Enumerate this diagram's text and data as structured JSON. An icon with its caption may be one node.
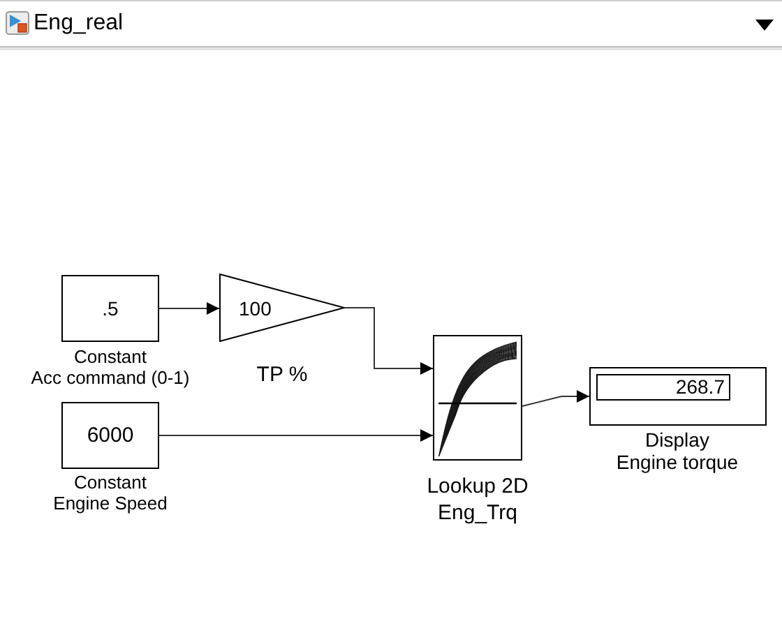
{
  "diagram": {
    "title": "Eng_real",
    "nodes": [
      {
        "text": [
          ".5"
        ],
        "beside": [
          "Constant Acc command (0-1)"
        ]
      },
      {
        "text": [
          "100"
        ],
        "beside": [
          "TP %"
        ]
      },
      {
        "text": [
          "6000"
        ],
        "beside": [
          "Constant Engine Speed"
        ]
      },
      {
        "text": [],
        "shape": "box",
        "beside": [
          "Lookup 2D Eng_Trq"
        ]
      },
      {
        "text": [
          "268.7"
        ],
        "beside": [
          "Display Engine torque"
        ]
      }
    ],
    "edges": [
      {
        "from": 0,
        "to": 1,
        "arrow": "to"
      },
      {
        "from": 1,
        "to": 3,
        "arrow": "to"
      },
      {
        "from": 2,
        "to": 3,
        "arrow": "to"
      },
      {
        "from": 3,
        "to": 4,
        "arrow": "to"
      }
    ]
  }
}
